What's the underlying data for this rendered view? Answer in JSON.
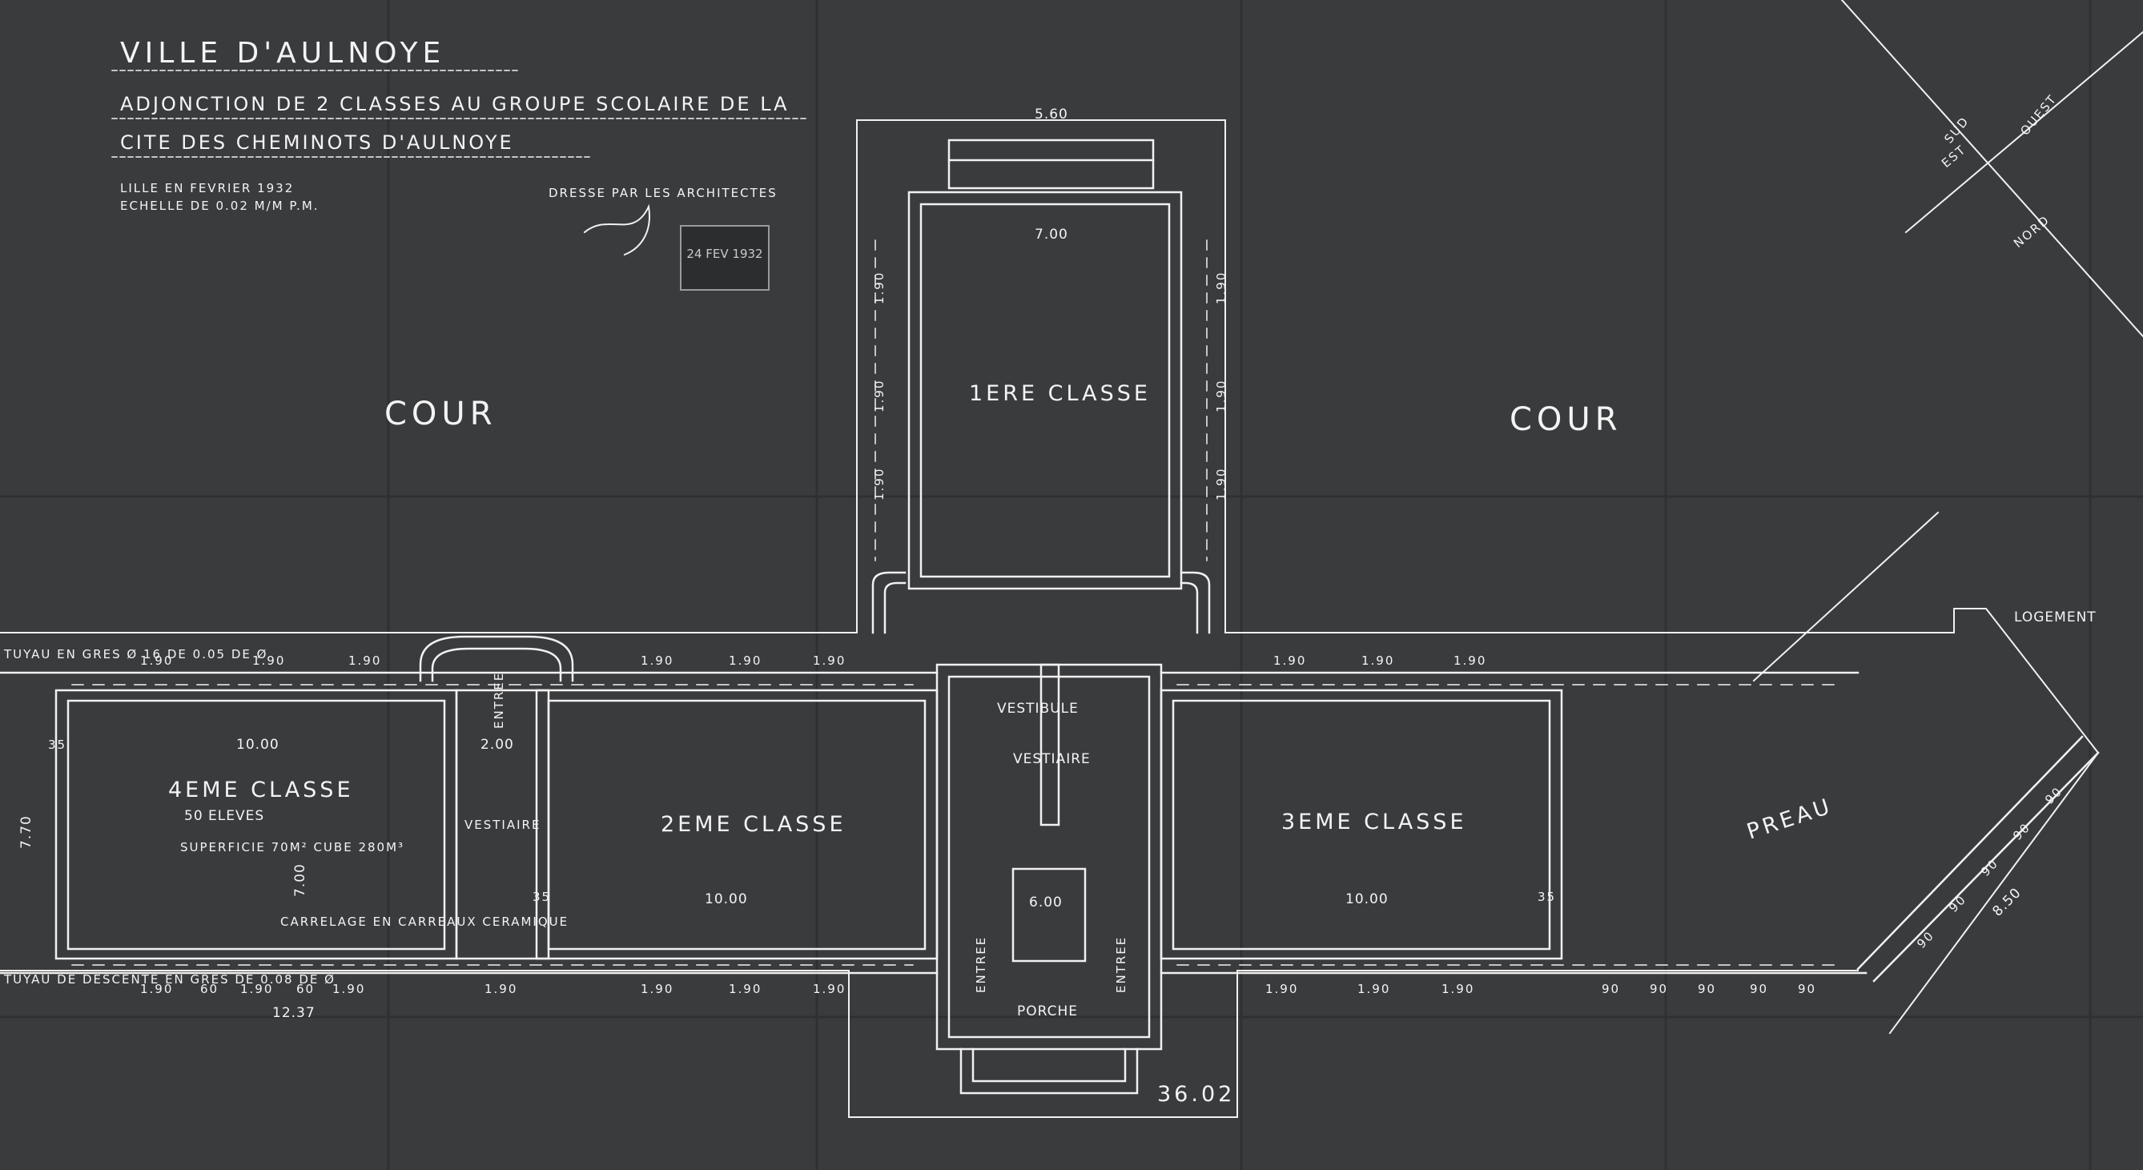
{
  "sheet": {
    "title": "VILLE D'AULNOYE",
    "subtitle_1": "ADJONCTION DE 2 CLASSES AU GROUPE SCOLAIRE DE LA",
    "subtitle_2": "CITE DES CHEMINOTS D'AULNOYE",
    "date_line": "LILLE EN FEVRIER 1932",
    "scale_line": "ECHELLE DE 0.02 M/M P.M.",
    "credit": "DRESSE PAR LES ARCHITECTES",
    "stamp": "24 FEV 1932"
  },
  "orientation": {
    "east": "EST",
    "north": "NORD",
    "sud": "SUD",
    "ouest": "OUEST"
  },
  "courtyards": {
    "left": "COUR",
    "right": "COUR"
  },
  "rooms": {
    "classe1": "1ERE CLASSE",
    "classe2": "2EME CLASSE",
    "classe3": "3EME CLASSE",
    "classe4": "4EME CLASSE",
    "classe4_pupils": "50 ELEVES",
    "classe4_area": "SUPERFICIE 70M² CUBE 280M³",
    "tiling": "CARRELAGE EN CARREAUX CERAMIQUE",
    "vestibule": "VESTIBULE",
    "vestiaire_center": "VESTIAIRE",
    "vestiaire_left": "VESTIAIRE",
    "entree_left": "ENTREE",
    "entree_porch_left": "ENTREE",
    "entree_porch_right": "ENTREE",
    "porche": "PORCHE",
    "preau": "PREAU",
    "logement": "LOGEMENT"
  },
  "dimensions": {
    "top_width": "5.60",
    "classe1_width": "7.00",
    "window_bay": "1.90",
    "classe_width": "10.00",
    "vestiaire_width": "2.00",
    "classe4_depth": "7.00",
    "wing_height": "7.70",
    "porch_width": "6.00",
    "left_total": "12.37",
    "overall": "36.02",
    "preau_length": "8.50",
    "preau_bay": "90",
    "pier": "60",
    "wall": "35"
  },
  "notes": {
    "pipe_top": "TUYAU EN GRES Ø 16 DE 0.05 DE Ø",
    "pipe_bottom": "TUYAU DE DESCENTE EN GRES DE 0.08 DE Ø"
  },
  "colors": {
    "paper": "#3a3b3d",
    "ink": "#f1f1f1"
  }
}
